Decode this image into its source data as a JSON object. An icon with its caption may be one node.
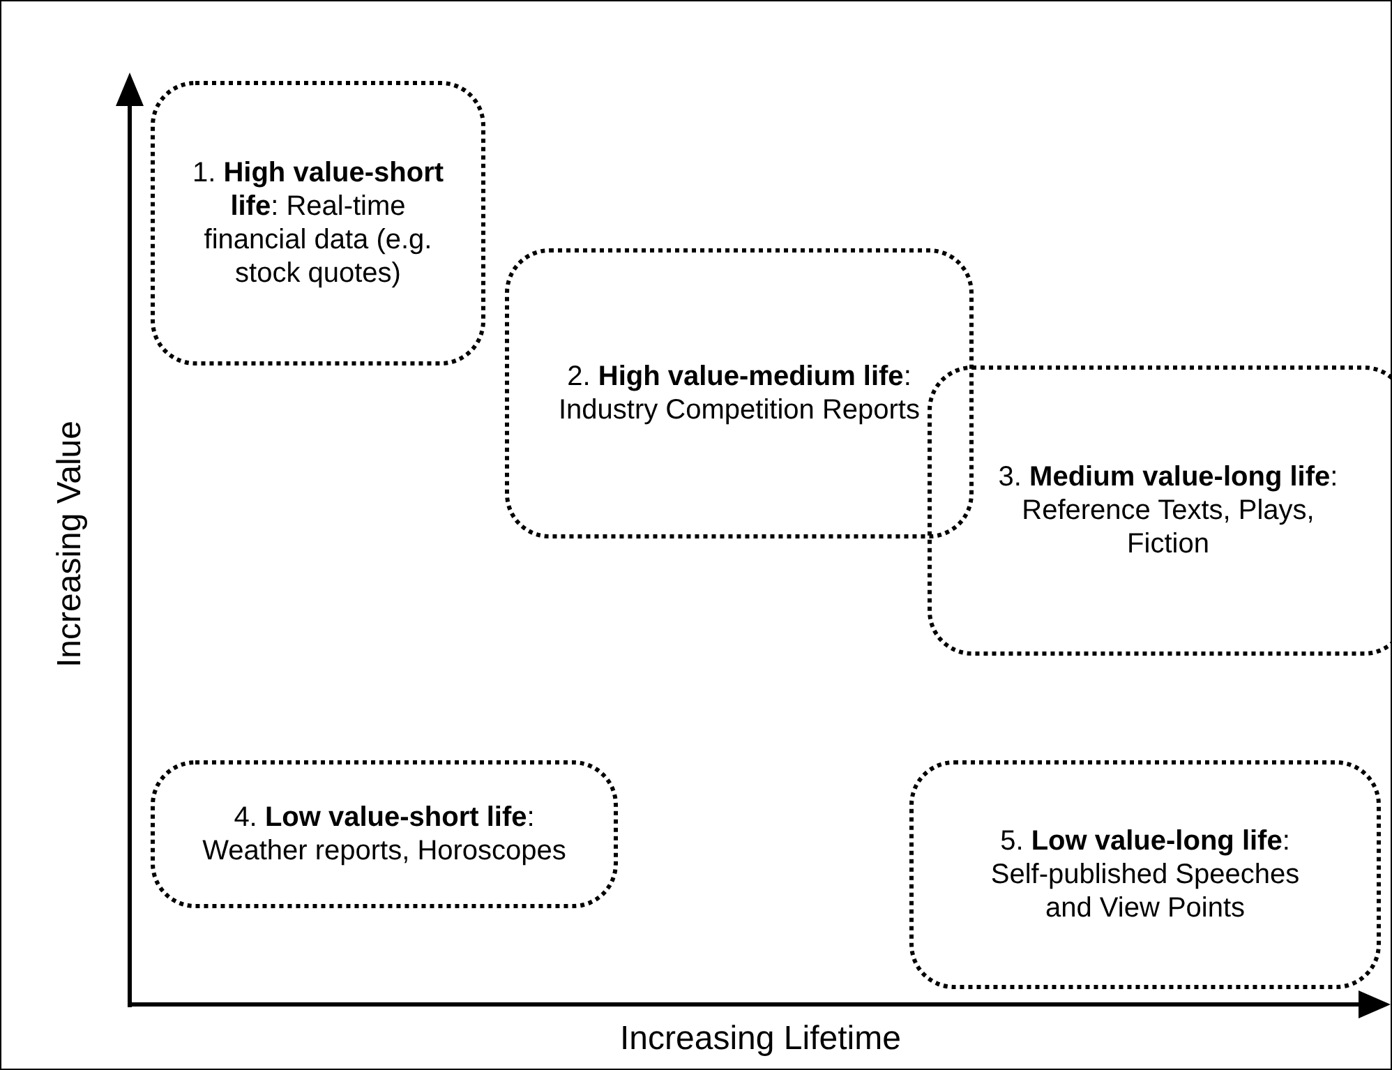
{
  "diagram": {
    "nodes": [
      {
        "text": [
          "1. **High value-short life**: Real-time financial data (e.g. stock quotes)"
        ]
      },
      {
        "text": [
          "2. **High value-medium life**: Industry Competition Reports"
        ]
      },
      {
        "text": [
          "3. **Medium value-long life**: Reference Texts, Plays, Fiction"
        ]
      },
      {
        "text": [
          "4. **Low value-short life**: Weather reports, Horoscopes"
        ]
      },
      {
        "text": [
          "5. **Low value-long life**: Self-published Speeches and View Points"
        ]
      }
    ],
    "edges": [],
    "labels": [
      "Increasing Value",
      "Increasing Lifetime"
    ]
  }
}
